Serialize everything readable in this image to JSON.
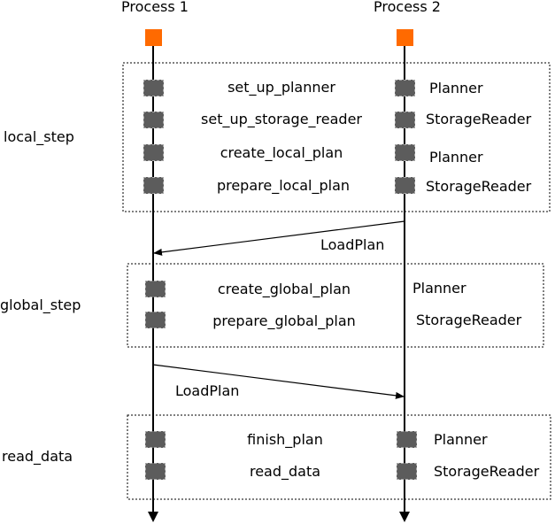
{
  "colors": {
    "start_marker": "#ff6a00",
    "step_block": "#5c5c5c",
    "line": "#000000"
  },
  "processes": [
    {
      "label": "Process 1"
    },
    {
      "label": "Process 2"
    }
  ],
  "phases": [
    {
      "label": "local_step",
      "calls": [
        "set_up_planner",
        "set_up_storage_reader",
        "create_local_plan",
        "prepare_local_plan"
      ],
      "components": [
        "Planner",
        "StorageReader",
        "Planner",
        "StorageReader"
      ]
    },
    {
      "label": "global_step",
      "calls": [
        "create_global_plan",
        "prepare_global_plan"
      ],
      "components": [
        "Planner",
        "StorageReader"
      ]
    },
    {
      "label": "read_data",
      "calls": [
        "finish_plan",
        "read_data"
      ],
      "components": [
        "Planner",
        "StorageReader"
      ]
    }
  ],
  "messages": [
    {
      "label": "LoadPlan",
      "from": "Process 2",
      "to": "Process 1"
    },
    {
      "label": "LoadPlan",
      "from": "Process 1",
      "to": "Process 2"
    }
  ]
}
